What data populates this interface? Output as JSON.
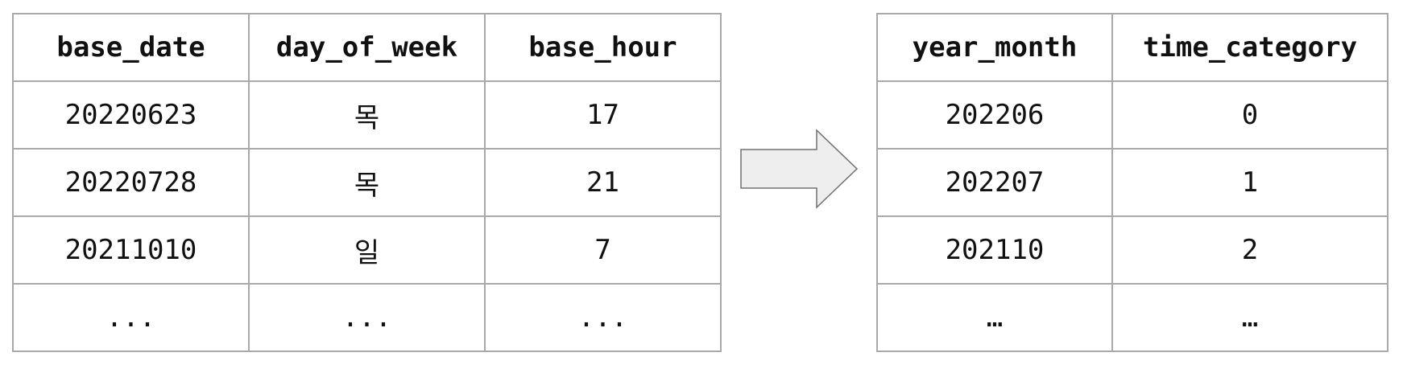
{
  "left_table": {
    "headers": [
      "base_date",
      "day_of_week",
      "base_hour"
    ],
    "rows": [
      [
        "20220623",
        "목",
        "17"
      ],
      [
        "20220728",
        "목",
        "21"
      ],
      [
        "20211010",
        "일",
        "7"
      ],
      [
        "...",
        "...",
        "..."
      ]
    ]
  },
  "right_table": {
    "headers": [
      "year_month",
      "time_category"
    ],
    "rows": [
      [
        "202206",
        "0"
      ],
      [
        "202207",
        "1"
      ],
      [
        "202110",
        "2"
      ],
      [
        "…",
        "…"
      ]
    ]
  },
  "arrow": {
    "icon": "arrow-right-icon",
    "fill": "#eeeeee",
    "stroke": "#707070"
  }
}
